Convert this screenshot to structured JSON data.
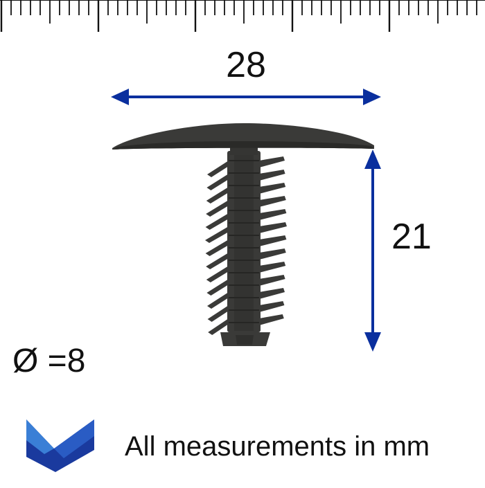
{
  "dimensions": {
    "width": "28",
    "height": "21",
    "diameter": "Ø =8"
  },
  "footer": {
    "units_note": "All measurements in mm"
  },
  "colors": {
    "dimension_arrow": "#0a2f9e",
    "part": "#3a3a38",
    "part_shadow": "#2a2a28",
    "ruler": "#111111",
    "logo_dark": "#1a3a9e",
    "logo_light": "#3a7fd6",
    "text": "#111111"
  },
  "icons": {
    "logo": "brand-logo-icon",
    "part": "fir-tree-clip-icon"
  }
}
